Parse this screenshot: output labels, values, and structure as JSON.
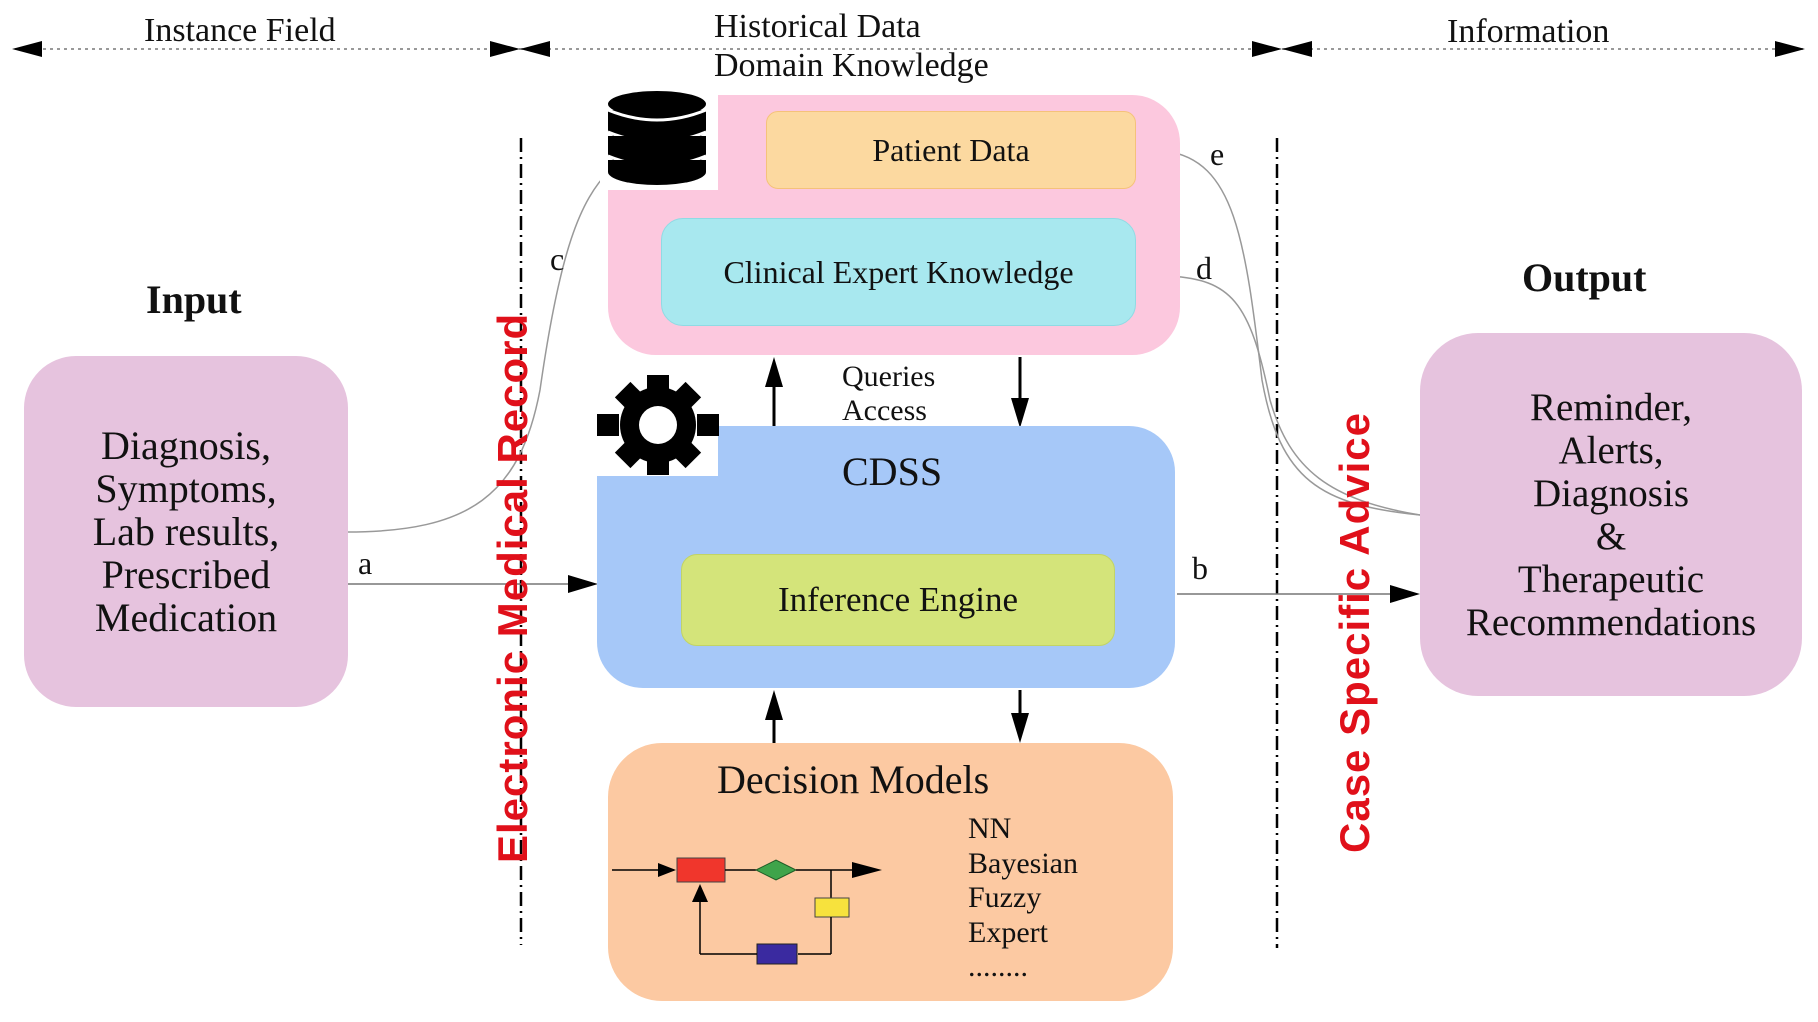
{
  "header": {
    "left_label": "Instance Field",
    "middle_label_1": "Historical Data",
    "middle_label_2": "Domain Knowledge",
    "right_label": "Information"
  },
  "input": {
    "title": "Input",
    "lines": [
      "Diagnosis,",
      "Symptoms,",
      "Lab results,",
      "Prescribed",
      "Medication"
    ]
  },
  "output": {
    "title": "Output",
    "lines": [
      "Reminder,",
      "Alerts,",
      "Diagnosis",
      "&",
      "Therapeutic",
      "Recommendations"
    ]
  },
  "knowledge_base": {
    "patient_data": "Patient Data",
    "clinical_expert": "Clinical Expert Knowledge"
  },
  "cdss": {
    "title": "CDSS",
    "inference_engine": "Inference Engine",
    "queries": "Queries",
    "access": "Access"
  },
  "decision_models": {
    "title": "Decision Models",
    "items": [
      "NN",
      "Bayesian",
      "Fuzzy",
      "Expert",
      "........"
    ]
  },
  "edges": {
    "a": "a",
    "b": "b",
    "c": "c",
    "d": "d",
    "e": "e"
  },
  "vertical_labels": {
    "left": "Electronic  Medical  Record",
    "right": "Case   Specific   Advice"
  },
  "colors": {
    "input_box": "#e6c3de",
    "output_box": "#e6c3de",
    "knowledge_box": "#fcc8de",
    "patient_data": "#fcd9a0",
    "clinical_expert": "#a8e8ef",
    "cdss_box": "#a6c8f8",
    "inference_engine": "#d4e47a",
    "decision_models": "#fcc9a2",
    "red_label": "#e0101a"
  },
  "icons": {
    "database": "database-icon",
    "gear": "gear-icon"
  }
}
